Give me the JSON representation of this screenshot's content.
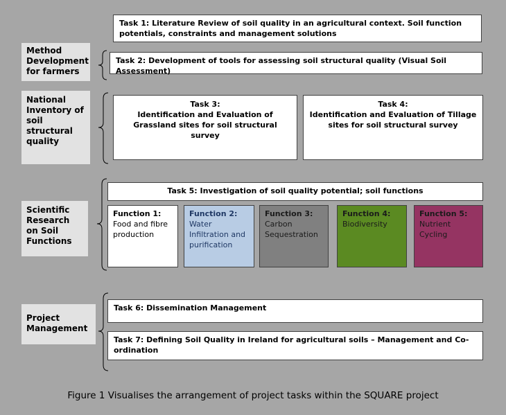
{
  "tasks": {
    "t1": "Task 1: Literature Review of soil quality in an agricultural context. Soil function potentials, constraints and management solutions",
    "t2": "Task 2: Development of tools for assessing soil structural quality (Visual Soil Assessment)",
    "t3_title": "Task 3:",
    "t3_body": "Identification and Evaluation of Grassland sites for soil structural survey",
    "t4_title": "Task 4:",
    "t4_body": "Identification and Evaluation of Tillage sites for soil structural survey",
    "t5": "Task 5: Investigation of soil quality potential; soil functions",
    "t6": "Task 6: Dissemination Management",
    "t7": "Task 7: Defining Soil Quality in Ireland for agricultural soils – Management and Co-ordination"
  },
  "groups": {
    "method": "Method Development for farmers",
    "inventory": "National Inventory of soil structural quality",
    "research": "Scientific Research on Soil Functions",
    "management": "Project Management"
  },
  "functions": [
    {
      "title": "Function 1:",
      "body": "Food and fibre production",
      "color": "#ffffff",
      "text_color": "#000000"
    },
    {
      "title": "Function 2:",
      "body": "Water Infiltration and purification",
      "color": "#b8cce4",
      "text_color": "#1f3864"
    },
    {
      "title": "Function 3:",
      "body": "Carbon Sequestration",
      "color": "#808080",
      "text_color": "#1a1a1a"
    },
    {
      "title": "Function 4:",
      "body": "Biodiversity",
      "color": "#5b8a22",
      "text_color": "#1a1a1a"
    },
    {
      "title": "Function 5:",
      "body": "Nutrient Cycling",
      "color": "#953462",
      "text_color": "#1a1a1a"
    }
  ],
  "caption": "Figure 1 Visualises the arrangement of project tasks within the SQUARE project"
}
